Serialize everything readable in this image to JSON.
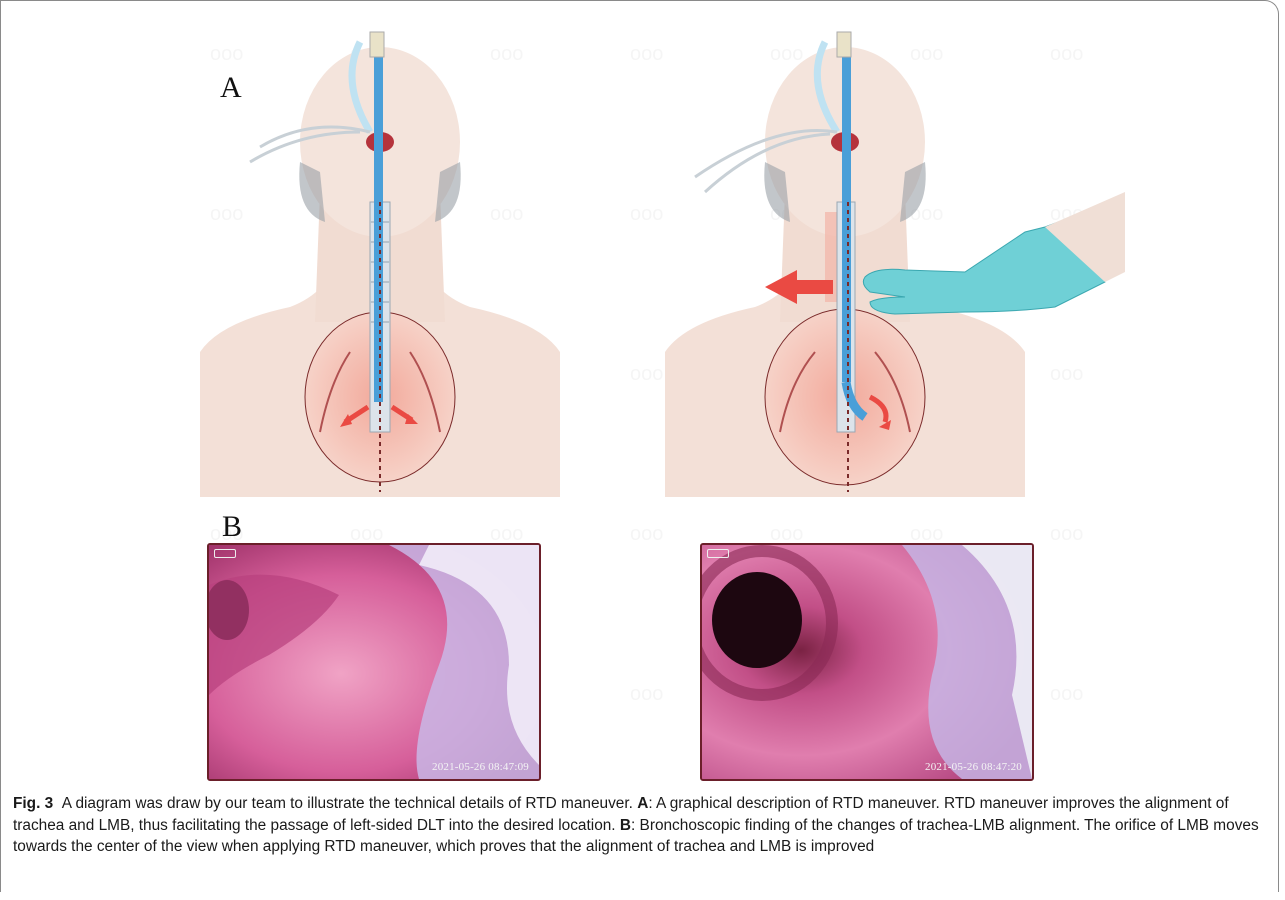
{
  "figure": {
    "panel_a_label": "A",
    "panel_b_label": "B",
    "left_scope_timestamp": "2021-05-26 08:47:09",
    "right_scope_timestamp": "2021-05-26 08:47:20"
  },
  "caption": {
    "label": "Fig. 3",
    "intro": "A diagram was draw by our team to illustrate the technical details of RTD maneuver.",
    "a_key": "A",
    "a_text": ": A graphical description of RTD maneuver. RTD maneuver improves the alignment of trachea and LMB, thus facilitating the passage of left-sided DLT into the desired location.",
    "b_key": "B",
    "b_text": ": Bronchoscopic finding of the changes of trachea-LMB alignment. The orifice of LMB moves towards the center of the view when applying RTD maneuver, which proves that the alignment of trachea and LMB is improved"
  },
  "colors": {
    "skin": "#f1dcd2",
    "tube_blue": "#4a9fd8",
    "arrow_red": "#ea4a43",
    "glove": "#6fd0d6",
    "mucosa": "#d65f9a",
    "scope_border": "#6b1f2a"
  }
}
